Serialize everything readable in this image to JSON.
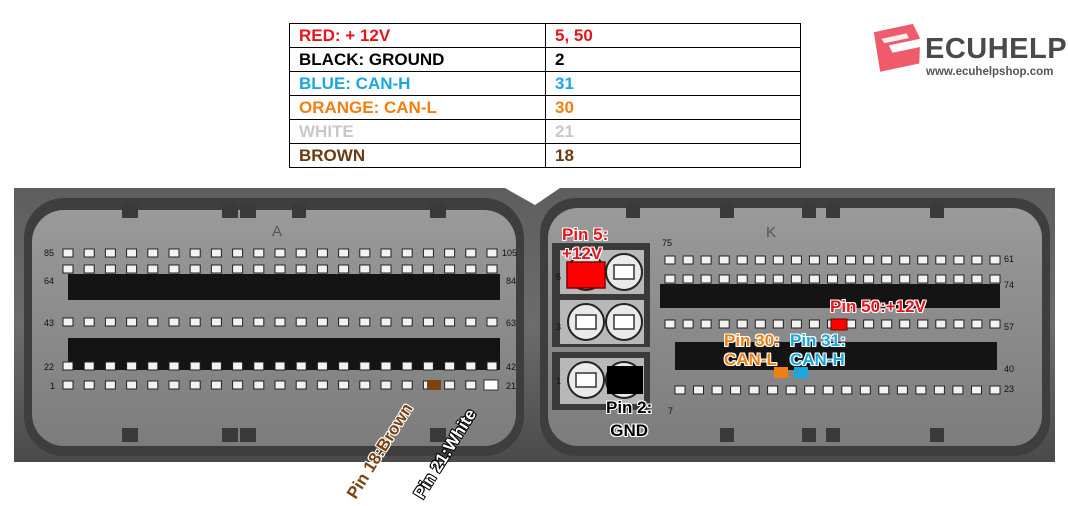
{
  "wire_table": {
    "rows": [
      {
        "wire": "RED: + 12V",
        "pins": "5, 50",
        "color": "#e8141b"
      },
      {
        "wire": "BLACK: GROUND",
        "pins": "2",
        "color": "#000000"
      },
      {
        "wire": "BLUE: CAN-H",
        "pins": "31",
        "color": "#1aa7e0"
      },
      {
        "wire": "ORANGE: CAN-L",
        "pins": "30",
        "color": "#f07f13"
      },
      {
        "wire": "WHITE",
        "pins": "21",
        "color": "#c8c8c8"
      },
      {
        "wire": "BROWN",
        "pins": "18",
        "color": "#6b3a10"
      }
    ]
  },
  "logo": {
    "brand": "ECUHELP",
    "url": "www.ecuhelpshop.com",
    "accent": "#ef5b6a",
    "icon": "ecuhelp-logo-icon"
  },
  "connector": {
    "left_block": {
      "mark": "A",
      "row_numbers": {
        "r1_left": "85",
        "r1_right": "105",
        "r2_left": "64",
        "r2_right": "84",
        "r3_left": "43",
        "r3_right": "63",
        "r4_left": "22",
        "r4_right": "42",
        "r5_left": "1",
        "r5_right": "21"
      }
    },
    "middle_block": {
      "row_numbers": {
        "top": "6",
        "mid": "3",
        "bot": "1",
        "seven": "7",
        "top_right": "75"
      }
    },
    "right_block": {
      "mark": "K",
      "row_numbers": {
        "r1_right": "61",
        "r2_right": "74",
        "r3_right": "57",
        "r4_right": "40",
        "r5_right": "23"
      }
    }
  },
  "callouts": {
    "pin5": {
      "line1": "Pin 5:",
      "line2": "+12V",
      "color": "#e8141b"
    },
    "pin2": {
      "line1": "Pin 2:",
      "line2": "GND",
      "color": "#000000"
    },
    "pin50": {
      "text": "Pin 50:+12V",
      "color": "#e8141b"
    },
    "pin30": {
      "line1": "Pin 30:",
      "line2": "CAN-L",
      "color": "#f07f13"
    },
    "pin31": {
      "line1": "Pin 31:",
      "line2": "CAN-H",
      "color": "#1aa7e0"
    },
    "pin18": {
      "text": "Pin 18:Brown",
      "color": "#7a4310"
    },
    "pin21": {
      "text": "Pin 21:White",
      "color": "#ffffff"
    }
  }
}
